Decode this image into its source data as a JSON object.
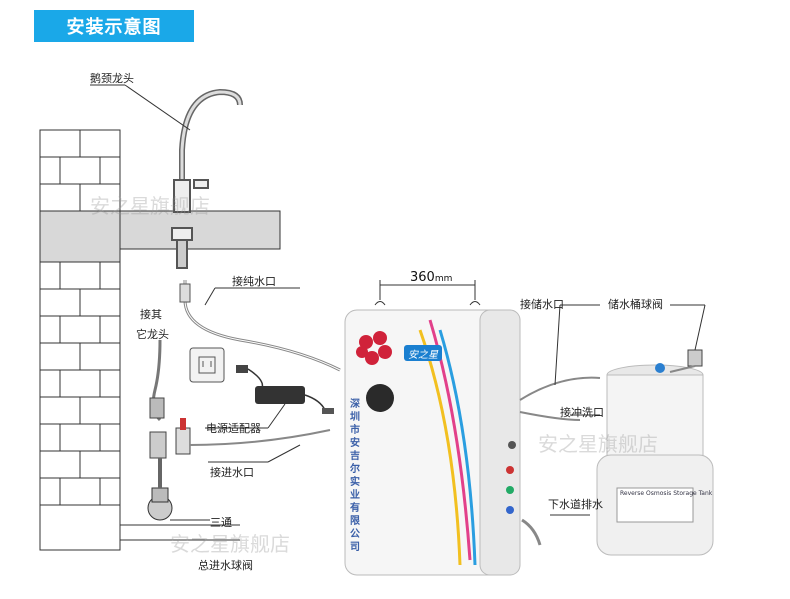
{
  "title": "安装示意图",
  "labels": {
    "faucet": "鹅颈龙头",
    "pure_water_port": "接纯水口",
    "other_faucet_line1": "接其",
    "other_faucet_line2": "它龙头",
    "power_adapter": "电源适配器",
    "inlet_port": "接进水口",
    "tee": "三通",
    "main_inlet_valve": "总进水球阀",
    "storage_port": "接储水口",
    "tank_ball_valve": "储水桶球阀",
    "flush_port": "接冲洗口",
    "drain_port": "下水道排水"
  },
  "dimension": {
    "value": "360",
    "unit": "mm"
  },
  "watermarks": [
    "安之星旗舰店",
    "安之星旗舰店",
    "安之星旗舰店"
  ],
  "device": {
    "brand": "安之星",
    "vertical_text": "深圳市安吉尔实业有限公司"
  },
  "tank_label": "Reverse Osmosis Storage Tank",
  "colors": {
    "title_bg": "#1aa8e8",
    "brand_blue": "#1a7fd0"
  }
}
